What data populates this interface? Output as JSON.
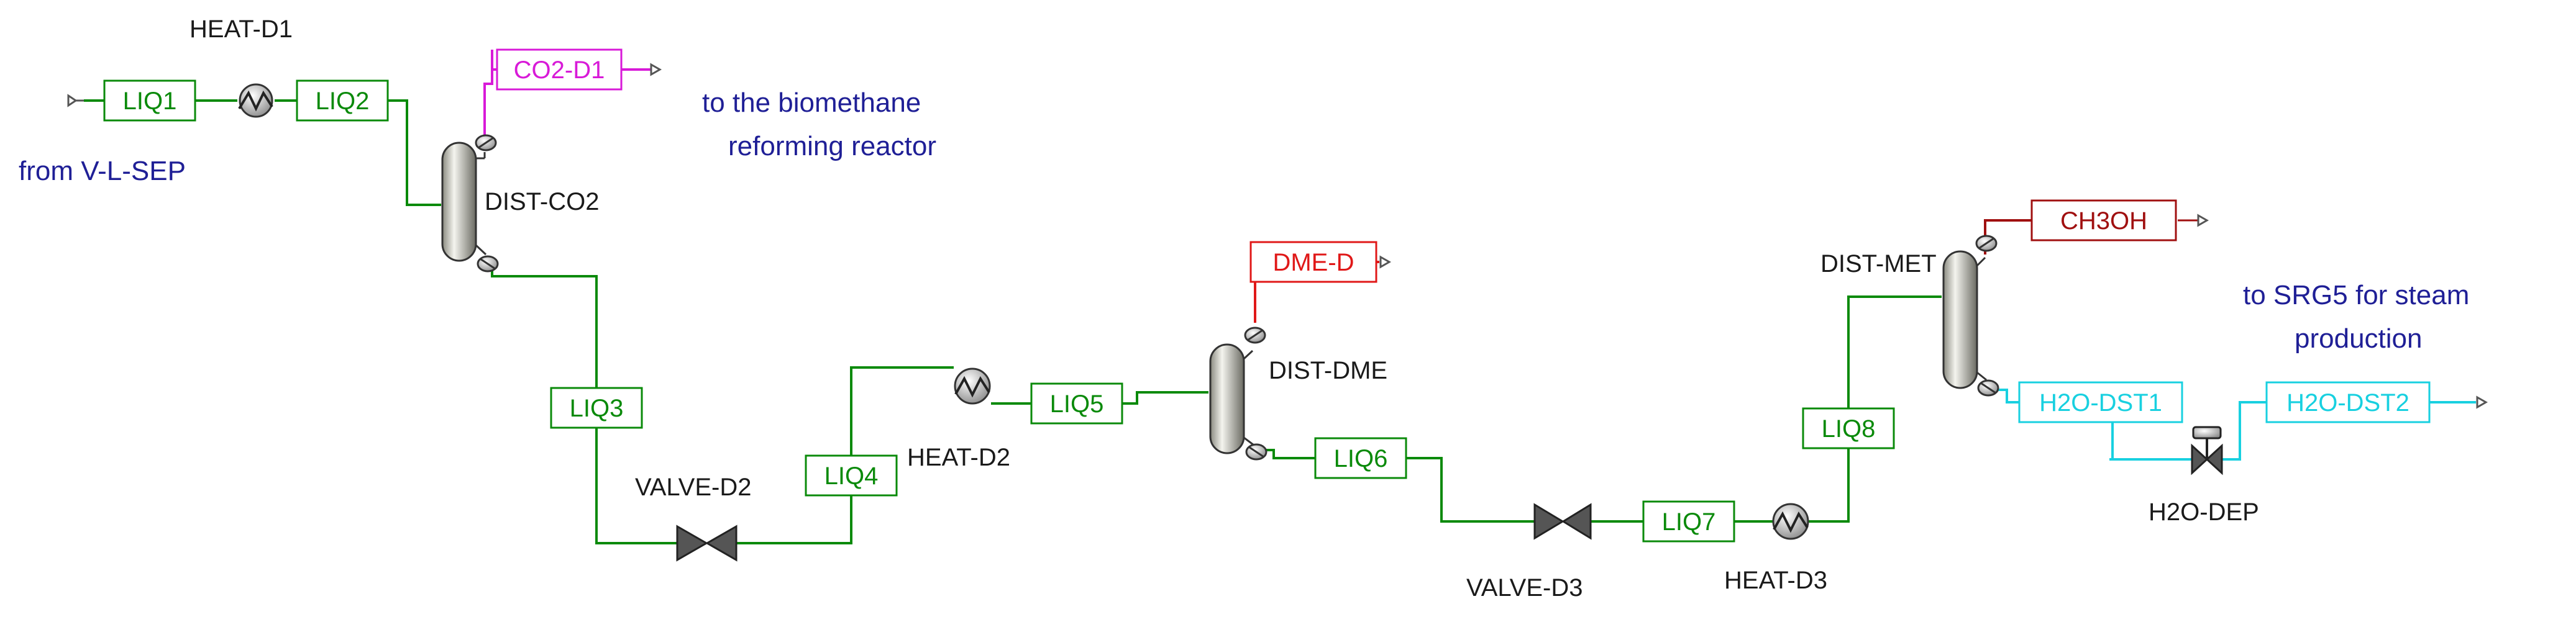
{
  "flowsheet": {
    "streams": {
      "liq1": "LIQ1",
      "liq2": "LIQ2",
      "co2_d1": "CO2-D1",
      "liq3": "LIQ3",
      "liq4": "LIQ4",
      "liq5": "LIQ5",
      "dme_d": "DME-D",
      "liq6": "LIQ6",
      "liq7": "LIQ7",
      "liq8": "LIQ8",
      "ch3oh": "CH3OH",
      "h2o_dst1": "H2O-DST1",
      "h2o_dst2": "H2O-DST2"
    },
    "blocks": {
      "heat_d1": "HEAT-D1",
      "dist_co2": "DIST-CO2",
      "valve_d2": "VALVE-D2",
      "heat_d2": "HEAT-D2",
      "dist_dme": "DIST-DME",
      "valve_d3": "VALVE-D3",
      "heat_d3": "HEAT-D3",
      "dist_met": "DIST-MET",
      "h2o_dep": "H2O-DEP"
    },
    "notes": {
      "from_v_l_sep": "from V-L-SEP",
      "biomethane_line1": "to the biomethane",
      "biomethane_line2": "reforming reactor",
      "srg5_line1": "to SRG5 for steam",
      "srg5_line2": "production"
    },
    "colors": {
      "liquid_stream": "#0a8a0a",
      "co2_stream": "#d81ad8",
      "dme_stream": "#e01818",
      "methanol_stream": "#a01010",
      "water_stream": "#18d0e0",
      "note_text": "#1f1f96",
      "equipment": "#555555"
    }
  }
}
